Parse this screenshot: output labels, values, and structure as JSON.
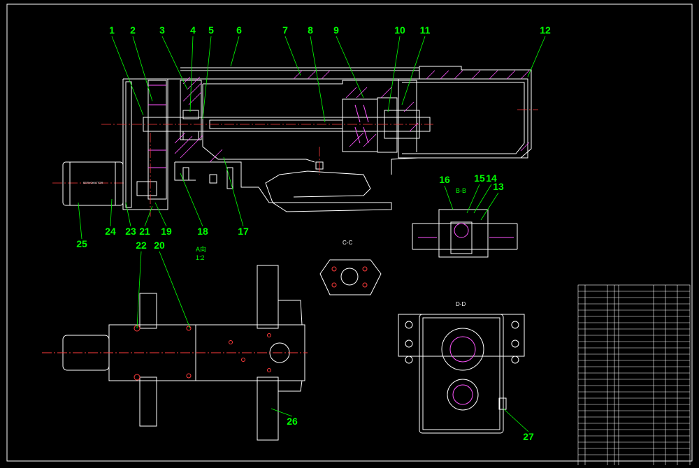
{
  "colors": {
    "background": "#000000",
    "outline": "#ffffff",
    "leader": "#00ff00",
    "center": "#ff3b3b",
    "dim": "#ffff55",
    "hatch": "#ff55ff"
  },
  "part_numbers": [
    "1",
    "2",
    "3",
    "4",
    "5",
    "6",
    "7",
    "8",
    "9",
    "10",
    "11",
    "12",
    "13",
    "14",
    "15",
    "16",
    "17",
    "18",
    "19",
    "20",
    "21",
    "22",
    "23",
    "24",
    "25",
    "26",
    "27"
  ],
  "views": {
    "a_view": "A向",
    "a_scale": "1:2",
    "section_b": "B-B",
    "section_c": "C-C",
    "section_d": "D-D"
  },
  "motor_label": "SERVOMOTOR",
  "title_block": {
    "rows": 27
  }
}
